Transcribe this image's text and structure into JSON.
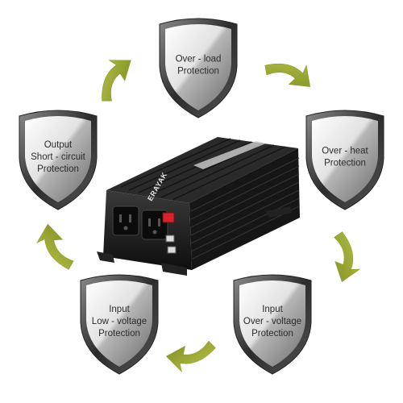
{
  "colors": {
    "arrow": "#8f9d2c",
    "arrow_light": "#b3c24a",
    "shield_rim": "#3a3a3a",
    "shield_face_light": "#f4f4f4",
    "shield_face_dark": "#7a7a7a",
    "inverter_body": "#1c1c1c",
    "switch": "#d9232a"
  },
  "shields": [
    {
      "id": "overload",
      "lines": [
        "Over - load",
        "Protection"
      ]
    },
    {
      "id": "overheat",
      "lines": [
        "Over - heat",
        "Protection"
      ]
    },
    {
      "id": "input-overvoltage",
      "lines": [
        "Input",
        "Over - voltage",
        "Protection"
      ]
    },
    {
      "id": "input-lowvoltage",
      "lines": [
        "Input",
        "Low - voltage",
        "Protection"
      ]
    },
    {
      "id": "output-shortcircuit",
      "lines": [
        "Output",
        "Short - circuit",
        "Protection"
      ]
    }
  ],
  "arrows": [
    {
      "id": "overload-to-overheat",
      "icon": "curved-arrow-icon"
    },
    {
      "id": "overheat-to-overvoltage",
      "icon": "curved-arrow-icon"
    },
    {
      "id": "overvoltage-to-lowvoltage",
      "icon": "curved-arrow-icon"
    },
    {
      "id": "lowvoltage-to-shortcircuit",
      "icon": "curved-arrow-icon"
    },
    {
      "id": "shortcircuit-to-overload",
      "icon": "curved-arrow-icon"
    }
  ],
  "inverter": {
    "brand": "ERAYAK"
  }
}
